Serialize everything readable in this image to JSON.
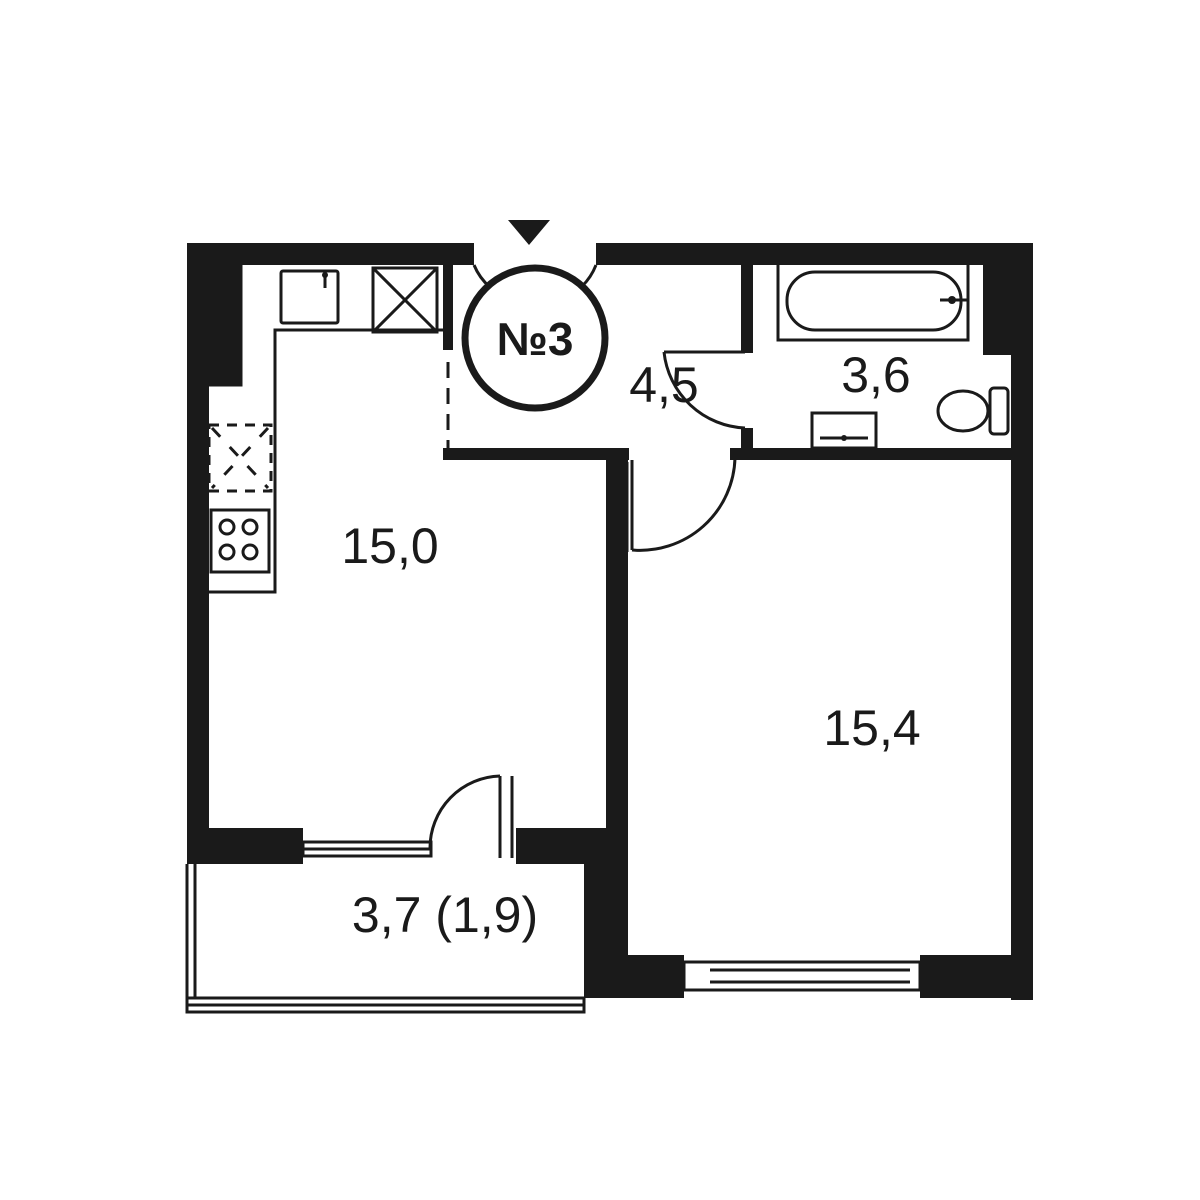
{
  "unit": {
    "number_label": "№3"
  },
  "rooms": {
    "kitchen_living": {
      "area": "15,0"
    },
    "hall": {
      "area": "4,5"
    },
    "bathroom": {
      "area": "3,6"
    },
    "bedroom": {
      "area": "15,4"
    },
    "balcony": {
      "area": "3,7 (1,9)"
    }
  },
  "icons": {
    "entrance": "entrance-arrow-icon",
    "sink": "sink-icon",
    "shaft": "ventilation-shaft-icon",
    "fridge": "fridge-icon",
    "stove": "stove-icon",
    "bathtub": "bathtub-icon",
    "toilet": "toilet-icon",
    "washbasin": "washbasin-icon"
  },
  "colors": {
    "wall": "#1a1a1a",
    "background": "#ffffff"
  }
}
